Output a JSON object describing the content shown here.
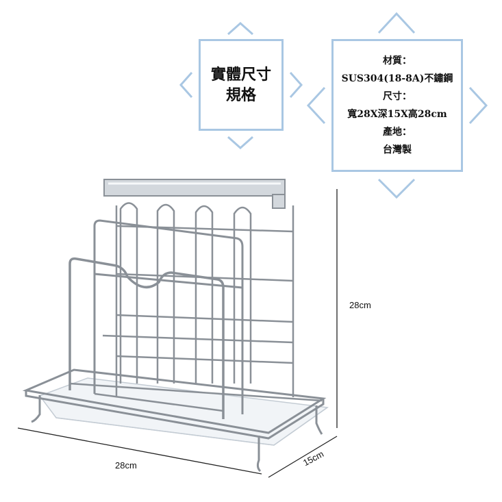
{
  "title_box": {
    "line1": "實體尺寸",
    "line2": "規格"
  },
  "spec_box": {
    "material_label": "材質：",
    "material_value": "SUS304(18-8A)不鏽鋼",
    "size_label": "尺寸：",
    "size_value": "寬28X深15X高28cm",
    "origin_label": "產地：",
    "origin_value": "台灣製"
  },
  "dimensions": {
    "height": "28cm",
    "width": "28cm",
    "depth": "15cm"
  },
  "colors": {
    "accent": "#a9c7e3",
    "text": "#111111"
  },
  "product": {
    "image_icon": "stainless-knife-cutting-board-rack"
  }
}
